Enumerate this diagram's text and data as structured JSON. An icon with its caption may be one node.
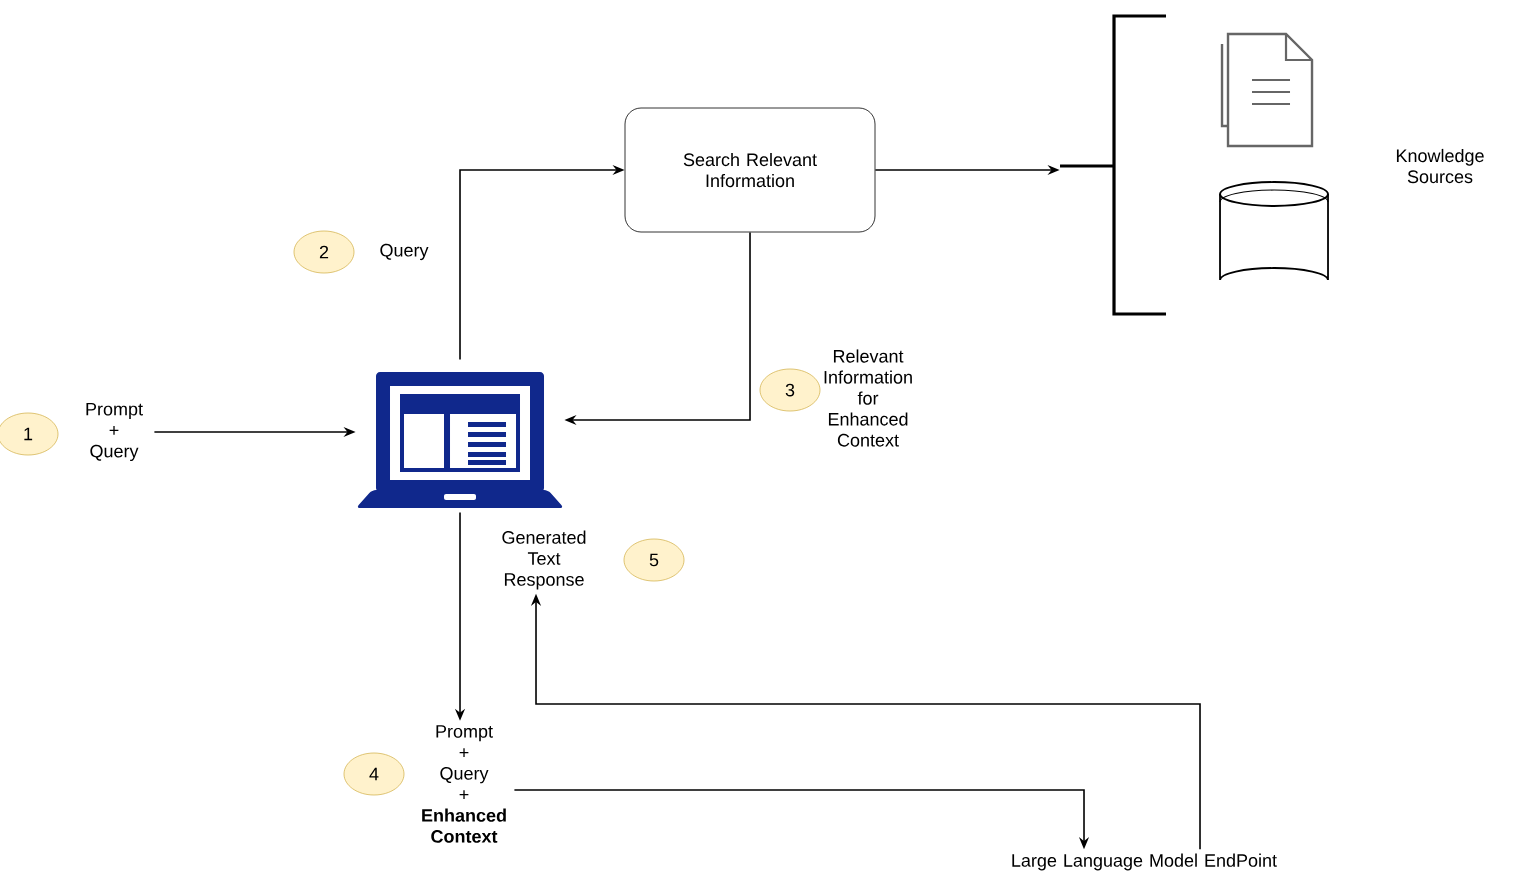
{
  "diagram": {
    "nodes": [
      {
        "text": [
          "Prompt + Query"
        ]
      },
      {
        "text": [],
        "shape": "picture"
      },
      {
        "text": [
          "Search Relevant Information"
        ]
      },
      {
        "text": [
          "Knowledge Sources"
        ]
      },
      {
        "text": [
          "Prompt + Query + **Enhanced Context**"
        ]
      },
      {
        "text": [
          "Generated Text Response"
        ]
      },
      {
        "text": [
          "Large Language Model EndPoint"
        ]
      }
    ],
    "edges": [
      {
        "from": 0,
        "to": 1,
        "arrow": "to"
      },
      {
        "from": 1,
        "to": 2,
        "arrow": "to",
        "label": "Query"
      },
      {
        "from": 2,
        "to": 3,
        "arrow": "to"
      },
      {
        "from": 2,
        "to": 1,
        "arrow": "to",
        "label": "Relevant Information for Enhanced Context"
      },
      {
        "from": 1,
        "to": 4,
        "arrow": "to"
      },
      {
        "from": 4,
        "to": 6,
        "arrow": "to"
      },
      {
        "from": 6,
        "to": 5,
        "arrow": "to"
      }
    ],
    "labels": [
      "1",
      "2",
      "3",
      "4",
      "5"
    ]
  }
}
